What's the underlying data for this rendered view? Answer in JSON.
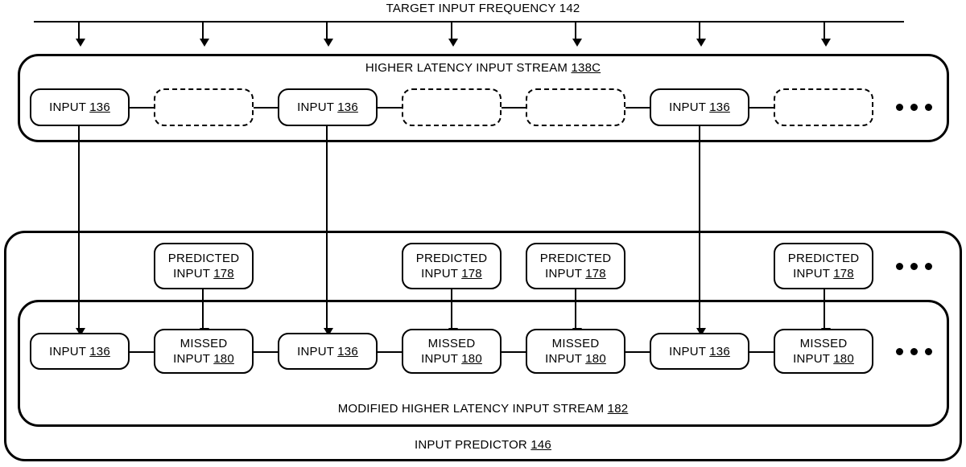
{
  "figure": {
    "title": "TARGET INPUT FREQUENCY 142",
    "target_frequency_label": "TARGET INPUT FREQUENCY",
    "target_frequency_ref": "142",
    "tick_count": 7
  },
  "streams": {
    "higher_latency": {
      "caption_text": "HIGHER LATENCY INPUT STREAM",
      "caption_ref": "138C",
      "ellipsis": "•••",
      "nodes": [
        {
          "type": "input",
          "line1": "INPUT",
          "ref": "136"
        },
        {
          "type": "empty",
          "line1": "",
          "ref": ""
        },
        {
          "type": "input",
          "line1": "INPUT",
          "ref": "136"
        },
        {
          "type": "empty",
          "line1": "",
          "ref": ""
        },
        {
          "type": "empty",
          "line1": "",
          "ref": ""
        },
        {
          "type": "input",
          "line1": "INPUT",
          "ref": "136"
        },
        {
          "type": "empty",
          "line1": "",
          "ref": ""
        }
      ]
    },
    "modified_higher_latency": {
      "caption_text": "MODIFIED HIGHER LATENCY INPUT STREAM",
      "caption_ref": "182",
      "ellipsis": "•••",
      "nodes": [
        {
          "type": "input",
          "line1": "INPUT",
          "line2": "",
          "ref": "136"
        },
        {
          "type": "missed",
          "line1": "MISSED",
          "line2": "INPUT",
          "ref": "180"
        },
        {
          "type": "input",
          "line1": "INPUT",
          "line2": "",
          "ref": "136"
        },
        {
          "type": "missed",
          "line1": "MISSED",
          "line2": "INPUT",
          "ref": "180"
        },
        {
          "type": "missed",
          "line1": "MISSED",
          "line2": "INPUT",
          "ref": "180"
        },
        {
          "type": "input",
          "line1": "INPUT",
          "line2": "",
          "ref": "136"
        },
        {
          "type": "missed",
          "line1": "MISSED",
          "line2": "INPUT",
          "ref": "180"
        }
      ]
    }
  },
  "predictor": {
    "caption_text": "INPUT PREDICTOR",
    "caption_ref": "146",
    "ellipsis": "•••",
    "predicted_inputs": [
      {
        "line1": "PREDICTED",
        "line2": "INPUT",
        "ref": "178",
        "slot": 1
      },
      {
        "line1": "PREDICTED",
        "line2": "INPUT",
        "ref": "178",
        "slot": 3
      },
      {
        "line1": "PREDICTED",
        "line2": "INPUT",
        "ref": "178",
        "slot": 4
      },
      {
        "line1": "PREDICTED",
        "line2": "INPUT",
        "ref": "178",
        "slot": 6
      }
    ]
  },
  "colors": {
    "stroke": "#000000",
    "background": "#ffffff"
  }
}
